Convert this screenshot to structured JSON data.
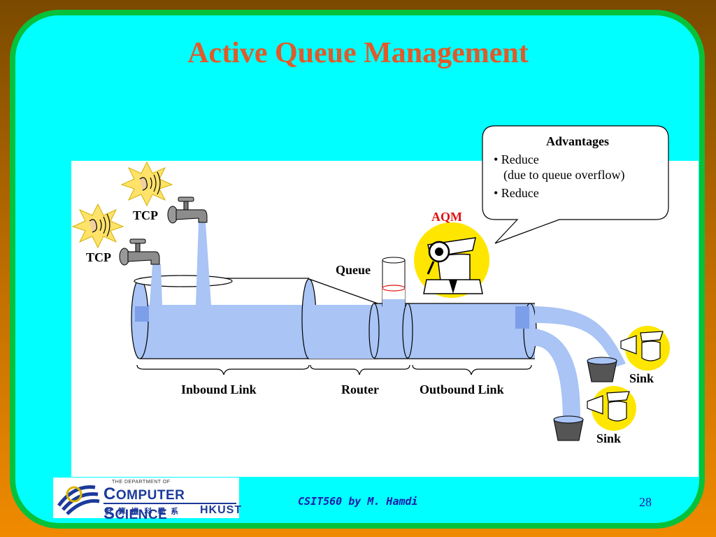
{
  "slide": {
    "title": "Active Queue Management",
    "page_number": "28",
    "footer": "CSIT560 by M. Hamdi"
  },
  "callout": {
    "heading": "Advantages",
    "lines": [
      "• Reduce",
      "(due to queue overflow)",
      "• Reduce"
    ]
  },
  "diagram": {
    "tcp_top": "TCP",
    "tcp_bottom": "TCP",
    "aqm": "AQM",
    "queue": "Queue",
    "sink_top": "Sink",
    "sink_bottom": "Sink",
    "inbound": "Inbound Link",
    "router": "Router",
    "outbound": "Outbound Link"
  },
  "logo": {
    "dept_small": "THE DEPARTMENT OF",
    "computer_first": "C",
    "computer_rest": "OMPUTER ",
    "science_first": "S",
    "science_rest": "CIENCE",
    "chinese": "計 算 機 科 學 系",
    "hkust": "HKUST"
  },
  "colors": {
    "title": "#e05a2a",
    "aqm": "#e01010",
    "pipe_fill": "#a9c4f5",
    "background": "#00ffff",
    "frame": "#06c23a",
    "footer": "#1a1aa8"
  }
}
